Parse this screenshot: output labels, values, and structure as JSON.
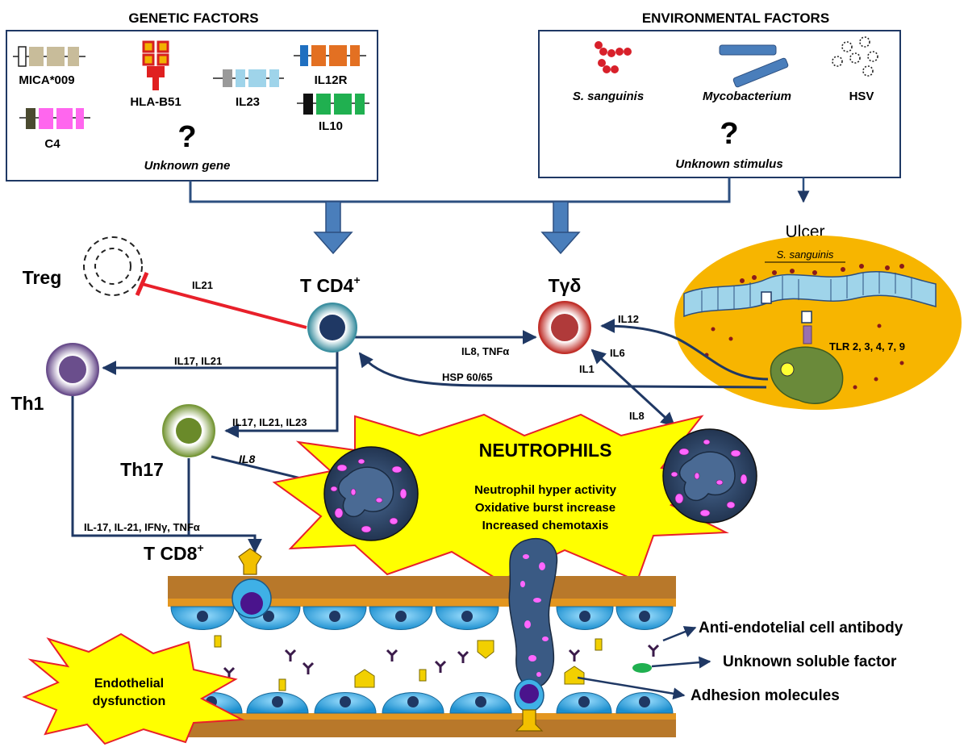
{
  "genetic": {
    "title": "GENETIC FACTORS",
    "genes": {
      "mica": "MICA*009",
      "hla": "HLA-B51",
      "il23": "IL23",
      "il12r": "IL12R",
      "c4": "C4",
      "il10": "IL10"
    },
    "question": "?",
    "unknown": "Unknown gene"
  },
  "environmental": {
    "title": "ENVIRONMENTAL FACTORS",
    "sanguinis": "S. sanguinis",
    "mycobacterium": "Mycobacterium",
    "hsv": "HSV",
    "question": "?",
    "unknown": "Unknown stimulus"
  },
  "ulcer": {
    "title": "Ulcer",
    "bacteria_label": "S. sanguinis",
    "tlr": "TLR 2, 3, 4, 7, 9"
  },
  "cells": {
    "treg": "Treg",
    "tcd4": "T CD4",
    "tcd4_sup": "+",
    "tgd": "Tγδ",
    "th1": "Th1",
    "th17": "Th17",
    "tcd8": "T CD8",
    "tcd8_sup": "+"
  },
  "cytokines": {
    "il21_treg": "IL21",
    "il8_tnf": "IL8, TNFα",
    "il12": "IL12",
    "il6": "IL6",
    "il1": "IL1",
    "hsp": "HSP 60/65",
    "il17_il21": "IL17, IL21",
    "il17_il21_il23": "IL17, IL21, IL23",
    "il8_th17": "IL8",
    "il8_neutro": "IL8",
    "th1_cd8": "IL-17, IL-21, IFNγ, TNFα"
  },
  "neutrophils": {
    "title": "NEUTROPHILS",
    "line1": "Neutrophil hyper activity",
    "line2": "Oxidative burst increase",
    "line3": "Increased chemotaxis"
  },
  "endothelium": {
    "dysfunction_line1": "Endothelial",
    "dysfunction_line2": "dysfunction",
    "antibody": "Anti-endotelial cell antibody",
    "soluble": "Unknown soluble factor",
    "adhesion": "Adhesion molecules"
  },
  "colors": {
    "arrow": "#1f3864",
    "block_arrow": "#4a7ebb",
    "inhibit": "#e8202a",
    "ulcer_bg": "#f7b500",
    "starburst_fill": "#ffff00",
    "starburst_stroke": "#e8202a",
    "endothelial_cell": "#3fb0e6",
    "membrane": "#b8782a",
    "neutrophil": "#2c3e5a",
    "granule": "#ff66ff"
  }
}
